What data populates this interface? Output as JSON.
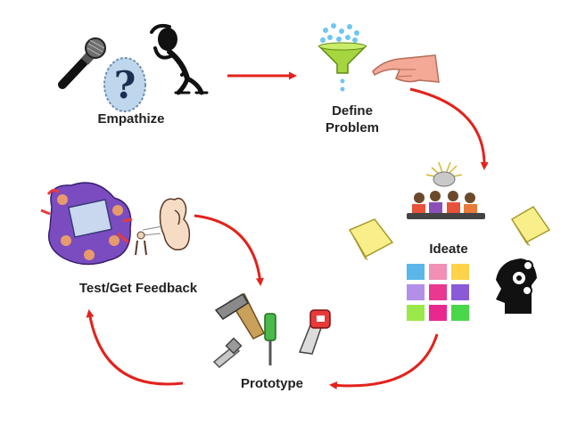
{
  "stages": {
    "empathize": "Empathize",
    "define_line1": "Define",
    "define_line2": "Problem",
    "ideate": "Ideate",
    "test": "Test/Get Feedback",
    "prototype": "Prototype"
  },
  "colors": {
    "arrow": "#e3221c",
    "note_yellow": "#f8ef8a",
    "funnel_green": "#a6d63f",
    "drop_blue": "#6ec6f0",
    "hand_skin": "#f3a995"
  },
  "icons": [
    "microphone-icon",
    "question-mark-icon",
    "thinking-person-icon",
    "funnel-icon",
    "pointing-hand-icon",
    "brainstorm-people-icon",
    "sticky-note-icon",
    "sticky-notes-grid-icon",
    "gears-head-icon",
    "team-meeting-icon",
    "ear-listening-icon",
    "hammer-icon",
    "screwdriver-icon",
    "saw-icon",
    "bolt-icon"
  ]
}
